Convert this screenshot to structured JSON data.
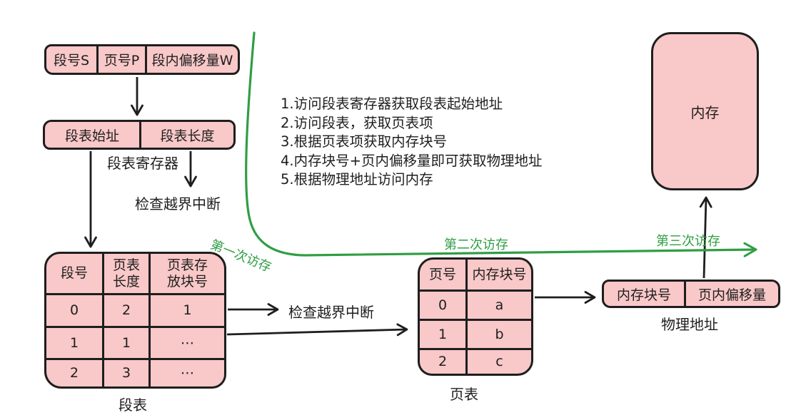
{
  "colors": {
    "box_fill": "#F9C8C8",
    "stroke": "#1e1e1e",
    "accent_green": "#2F9E44",
    "background": "#FFFFFF"
  },
  "logical_address": {
    "cells": [
      "段号S",
      "页号P",
      "段内偏移量W"
    ]
  },
  "segment_table_register": {
    "cells": [
      "段表始址",
      "段表长度"
    ],
    "label": "段表寄存器"
  },
  "interrupts": {
    "top": "检查越界中断",
    "middle": "检查越界中断"
  },
  "steps": [
    "1.访问段表寄存器获取段表起始地址",
    "2.访问段表，获取页表项",
    "3.根据页表项获取内存块号",
    "4.内存块号+页内偏移量即可获取物理地址",
    "5.根据物理地址访问内存"
  ],
  "segment_table": {
    "headers": [
      "段号",
      "页表\n长度",
      "页表存\n放块号"
    ],
    "rows": [
      [
        "0",
        "2",
        "1"
      ],
      [
        "1",
        "1",
        "⋯"
      ],
      [
        "2",
        "3",
        "⋯"
      ]
    ],
    "label": "段表"
  },
  "page_table": {
    "headers": [
      "页号",
      "内存块号"
    ],
    "rows": [
      [
        "0",
        "a"
      ],
      [
        "1",
        "b"
      ],
      [
        "2",
        "c"
      ]
    ],
    "label": "页表"
  },
  "physical_address": {
    "cells": [
      "内存块号",
      "页内偏移量"
    ],
    "label": "物理地址"
  },
  "memory": {
    "label": "内存"
  },
  "access_annotations": {
    "first": "第一次访存",
    "second": "第二次访存",
    "third": "第三次访存"
  }
}
